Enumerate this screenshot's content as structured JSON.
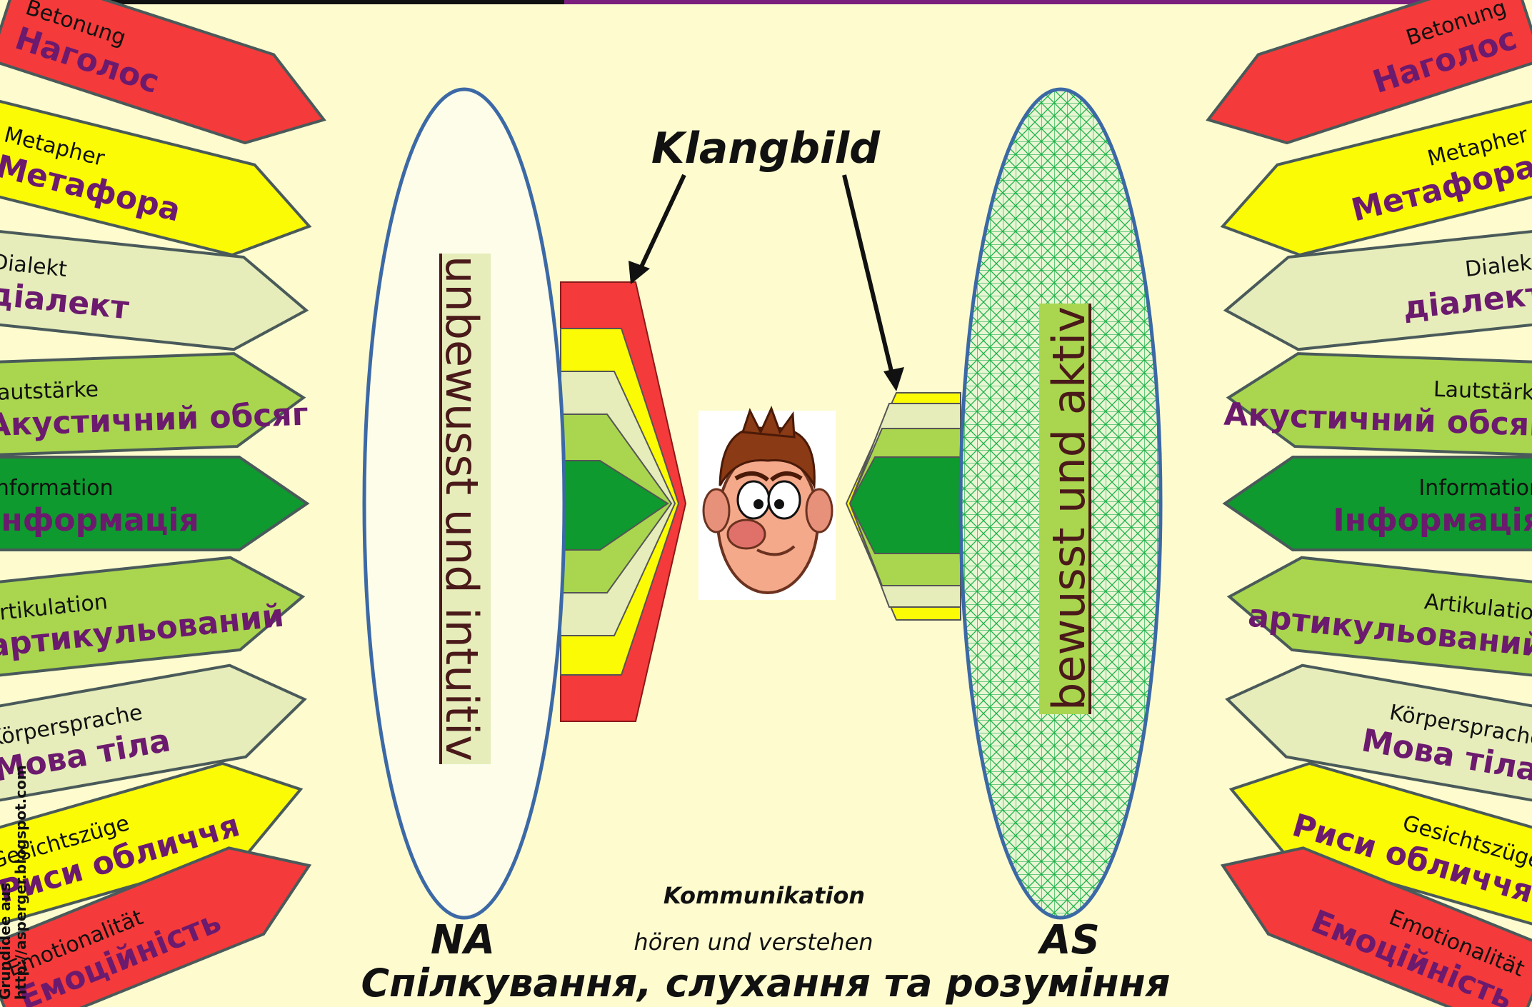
{
  "colors": {
    "red": "#f43a3a",
    "yellow": "#fbfb06",
    "pale": "#e6edba",
    "lime": "#a9d64e",
    "green": "#0e9a2e",
    "text_ua": "#6b1a6e",
    "ellipse_stroke": "#3c69a6",
    "grid": "#1db24a"
  },
  "left_ellipse_label": "unbewusst und intuitiv",
  "right_ellipse_label": "bewusst und aktiv",
  "klangbild": "Klangbild",
  "na": "NA",
  "as": "AS",
  "kommunikation": "Kommunikation",
  "hoeren": "hören und verstehen",
  "bottom_ua": "Спілкування, слухання та розуміння",
  "credit_line1": "Grundidee aus",
  "credit_line2": "http://asperger.blogspot.com",
  "icons": {
    "face": "cartoon-face-icon"
  },
  "tags": [
    {
      "de": "Betonung",
      "ua": "Наголос",
      "color": "red"
    },
    {
      "de": "Metapher",
      "ua": "Метафора",
      "color": "yellow"
    },
    {
      "de": "Dialekt",
      "ua": "діалект",
      "color": "pale"
    },
    {
      "de": "Lautstärke",
      "ua": "Акустичний обсяг",
      "color": "lime"
    },
    {
      "de": "Information",
      "ua": "Інформація",
      "color": "green"
    },
    {
      "de": "Artikulation",
      "ua": "артикульований",
      "color": "lime"
    },
    {
      "de": "Körpersprache",
      "ua": "Мова тіла",
      "color": "pale"
    },
    {
      "de": "Gesichtszüge",
      "ua": "Риси обличчя",
      "color": "yellow"
    },
    {
      "de": "Emotionalität",
      "ua": "Емоційність",
      "color": "red"
    }
  ]
}
